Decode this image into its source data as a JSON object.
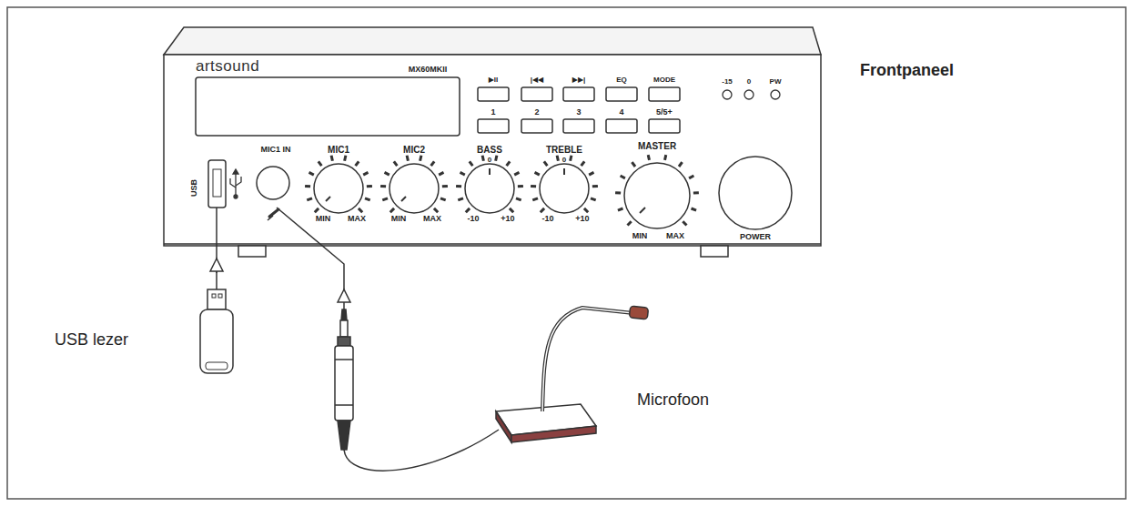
{
  "diagram": {
    "labels": [
      "artsound",
      "MX60MKII",
      "▶II",
      "|◀◀",
      "▶▶|",
      "EQ",
      "MODE",
      "1",
      "2",
      "3",
      "4",
      "5/5+",
      "-15",
      "0",
      "PW",
      "USB",
      "MIC1 IN",
      "MIC1",
      "MIN",
      "MAX",
      "MIC2",
      "MIN",
      "MAX",
      "BASS",
      "0",
      "-10",
      "+10",
      "TREBLE",
      "0",
      "-10",
      "+10",
      "MASTER",
      "MIN",
      "MAX",
      "POWER",
      "Frontpaneel",
      "USB lezer",
      "Microfoon"
    ]
  }
}
